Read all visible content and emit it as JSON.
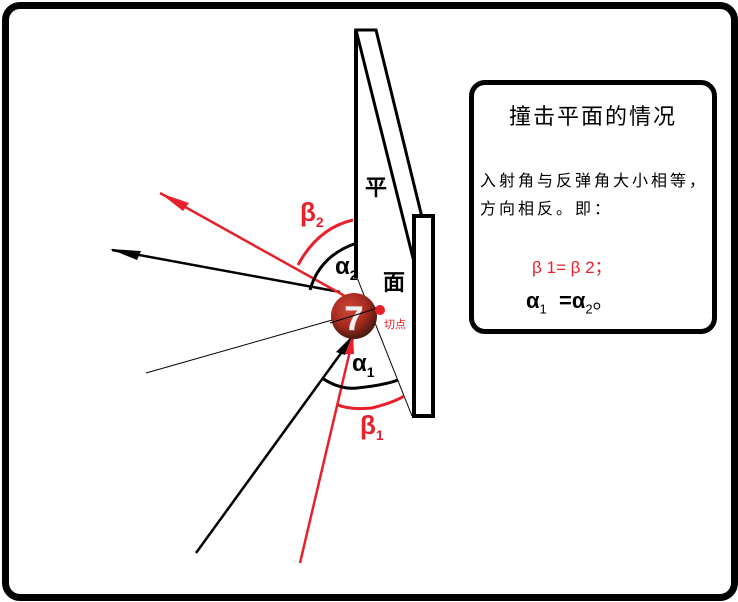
{
  "info_box": {
    "title": "撞击平面的情况",
    "description": "入射角与反弹角大小相等，方向相反。即：",
    "beta_equation": "β 1= β 2；",
    "alpha_eq_left": "α",
    "alpha_eq_left_sub": "1",
    "alpha_eq_mid": "=α",
    "alpha_eq_right_sub": "2",
    "alpha_eq_end": "。"
  },
  "plane": {
    "char_top": "平",
    "char_bottom": "面"
  },
  "labels": {
    "alpha": "α",
    "beta": "β",
    "sub_1": "1",
    "sub_2": "2",
    "contact_point": "切点"
  },
  "ball": {
    "number": "7"
  },
  "colors": {
    "red": "#e8202a",
    "black": "#000000",
    "ball": "#a52a1e"
  }
}
